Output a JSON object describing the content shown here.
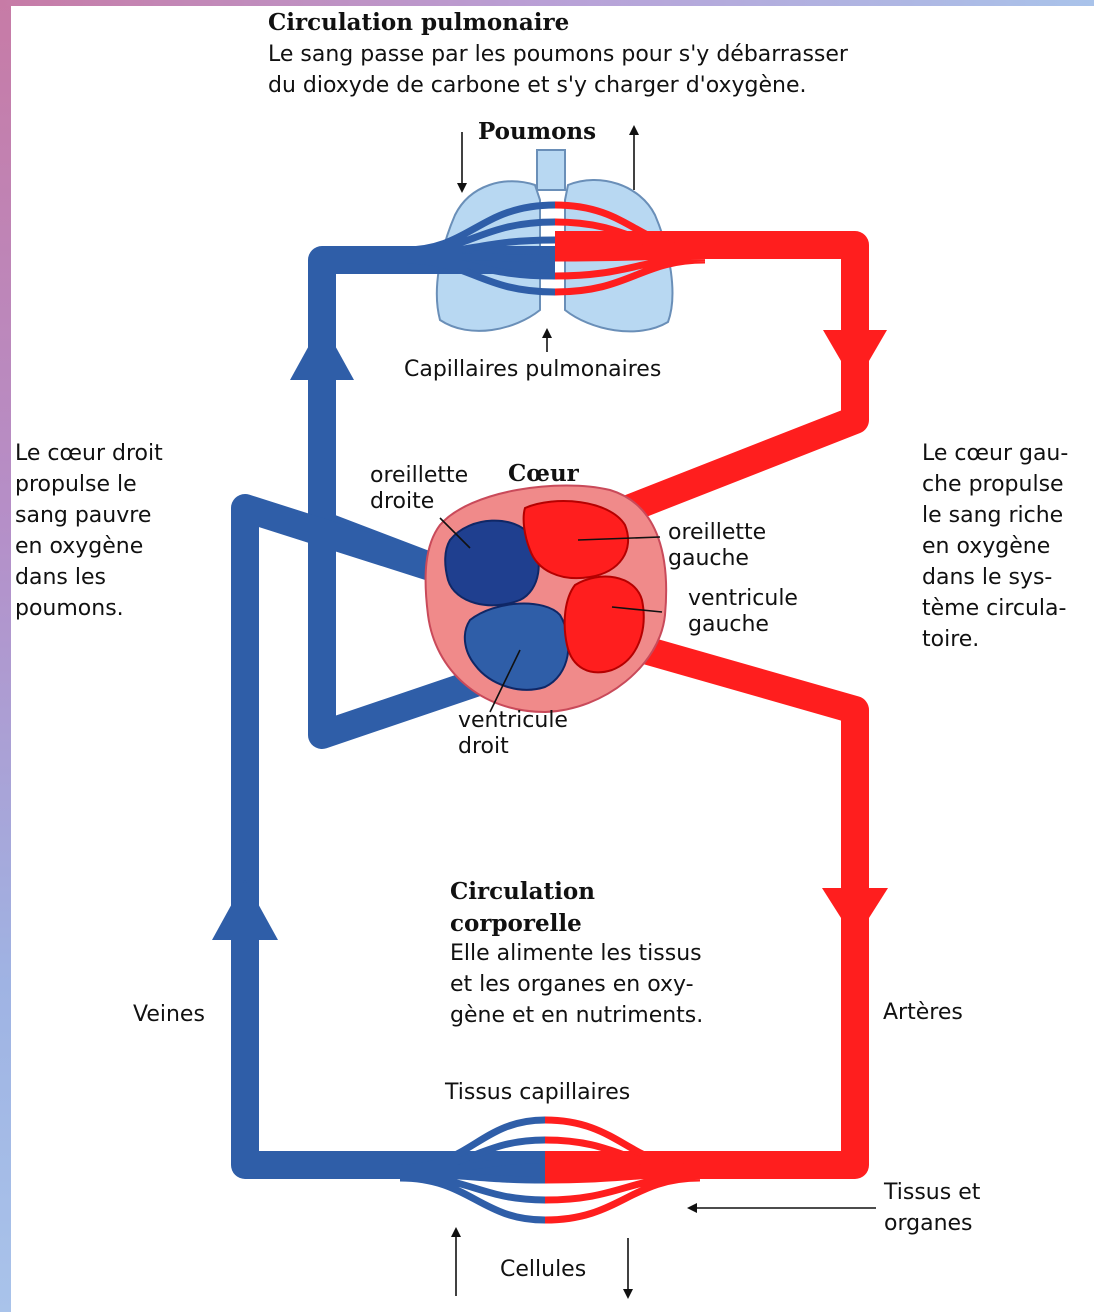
{
  "title_pulmonary": "Circulation pulmonaire",
  "desc_pulmonary": [
    "Le sang passe par les poumons pour s'y débarrasser",
    "du dioxyde de carbone et s'y charger d'oxygène."
  ],
  "label_lungs": "Poumons",
  "label_pulmonary_capillaries": "Capillaires pulmonaires",
  "label_heart": "Cœur",
  "label_right_atrium": [
    "oreillette",
    "droite"
  ],
  "label_left_atrium": [
    "oreillette",
    "gauche"
  ],
  "label_left_ventricle": [
    "ventricule",
    "gauche"
  ],
  "label_right_ventricle": [
    "ventricule",
    "droit"
  ],
  "left_note": [
    "Le cœur droit",
    "propulse le",
    "sang pauvre",
    "en oxygène",
    "dans les",
    "poumons."
  ],
  "right_note": [
    "Le cœur gau-",
    "che propulse",
    "le sang riche",
    "en oxygène",
    "dans le sys-",
    "tème circula-",
    "toire."
  ],
  "title_systemic": [
    "Circulation",
    "corporelle"
  ],
  "desc_systemic": [
    "Elle alimente les tissus",
    "et les organes en oxy-",
    "gène et en nutriments."
  ],
  "label_veins": "Veines",
  "label_arteries": "Artères",
  "label_tissue_capillaries": "Tissus capillaires",
  "label_tissues_organs": [
    "Tissus et",
    "organes"
  ],
  "label_cells": "Cellules",
  "colors": {
    "deoxygenated": "#2f5ea8",
    "oxygenated": "#ff1e1e",
    "lungs": "#b8d8f2",
    "heart_wall": "#f08a8a",
    "dark_blue": "#1f3f8f"
  }
}
